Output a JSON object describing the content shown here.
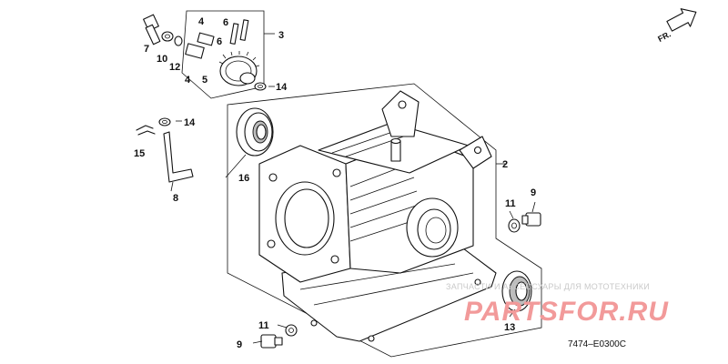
{
  "diagram": {
    "orientation_label": "FR.",
    "drawing_code": "7474–E0300C",
    "callouts": {
      "c1": "7",
      "c2": "10",
      "c3": "12",
      "c4": "4",
      "c5": "4",
      "c6": "6",
      "c7": "6",
      "c8": "3",
      "c9": "5",
      "c10": "14",
      "c11": "14",
      "c12": "15",
      "c13": "8",
      "c14": "16",
      "c15": "2",
      "c16": "11",
      "c17": "9",
      "c18": "13",
      "c19": "11",
      "c20": "9"
    },
    "watermark": {
      "caption": "ЗАПЧАСТИ И АКСЕССУАРЫ ДЛЯ МОТОТЕХНИКИ",
      "brand": "PARTSFOR.RU"
    }
  }
}
